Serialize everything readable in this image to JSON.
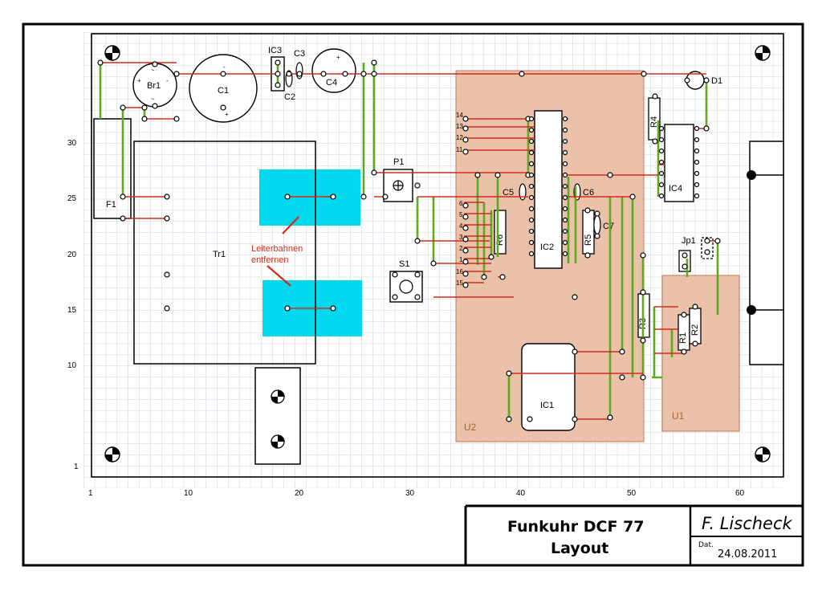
{
  "title_block": {
    "title_line1": "Funkuhr DCF 77",
    "title_line2": "Layout",
    "author": "F. Lischeck",
    "date_label": "Dat.",
    "date": "24.08.2011"
  },
  "annotation": {
    "line1": "Leiterbahnen",
    "line2": "entfernen"
  },
  "axis": {
    "x_ticks": [
      "1",
      "10",
      "20",
      "30",
      "40",
      "50",
      "60"
    ],
    "y_ticks": [
      "30",
      "25",
      "20",
      "15",
      "10",
      "1"
    ]
  },
  "components": {
    "br1": "Br1",
    "c1": "C1",
    "ic3": "IC3",
    "c3": "C3",
    "c2": "C2",
    "c4": "C4",
    "d1": "D1",
    "f1": "F1",
    "tr1": "Tr1",
    "p1": "P1",
    "s1": "S1",
    "ic2": "IC2",
    "ic4": "IC4",
    "c5": "C5",
    "c6": "C6",
    "c7": "C7",
    "r4": "R4",
    "r5": "R5",
    "r6": "R6",
    "r3": "R3",
    "r1": "R1",
    "r2": "R2",
    "jp1": "Jp1",
    "ic1": "IC1",
    "u1": "U1",
    "u2": "U2"
  },
  "pin_numbers": [
    "14",
    "13",
    "12",
    "11",
    "6",
    "5",
    "4",
    "3",
    "2",
    "1",
    "16",
    "15"
  ],
  "colors": {
    "trace_red": "#d42a1a",
    "trace_green": "#5fa820",
    "module_fill": "#e8b79a",
    "cutout_fill": "#00d8ee",
    "grid": "#b9c6d6"
  }
}
